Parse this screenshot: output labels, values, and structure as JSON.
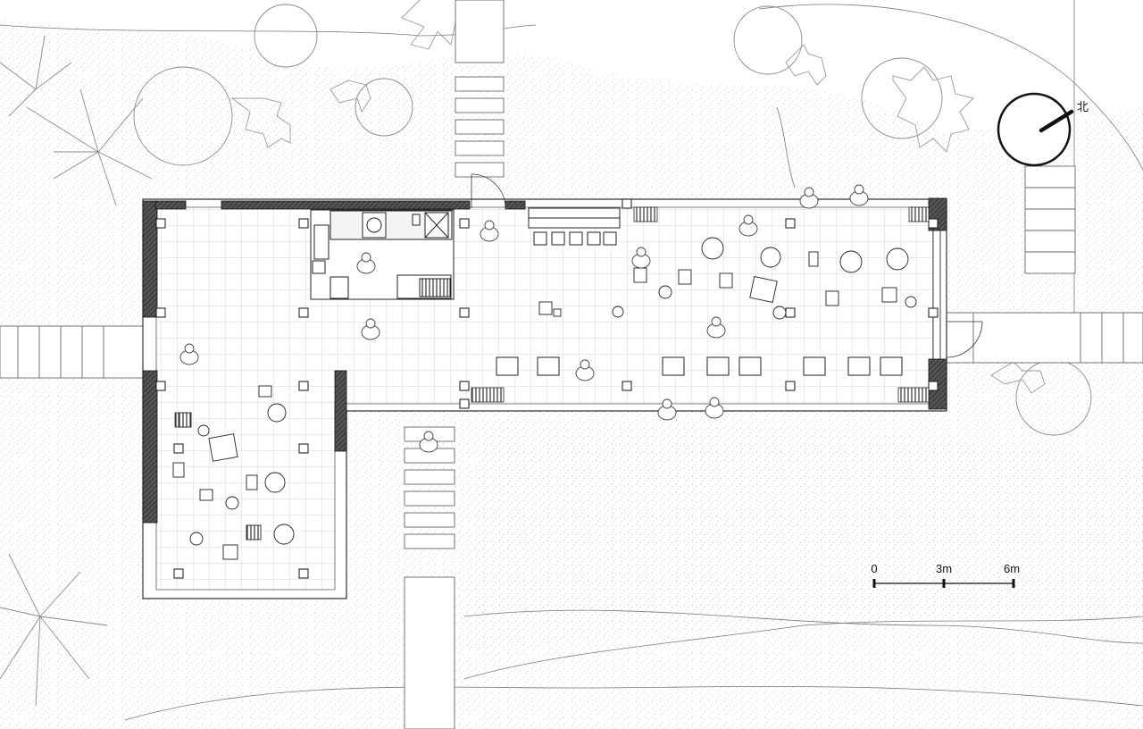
{
  "north_arrow": {
    "label": "北"
  },
  "scale_bar": {
    "ticks": [
      "0",
      "3m",
      "6m"
    ]
  }
}
